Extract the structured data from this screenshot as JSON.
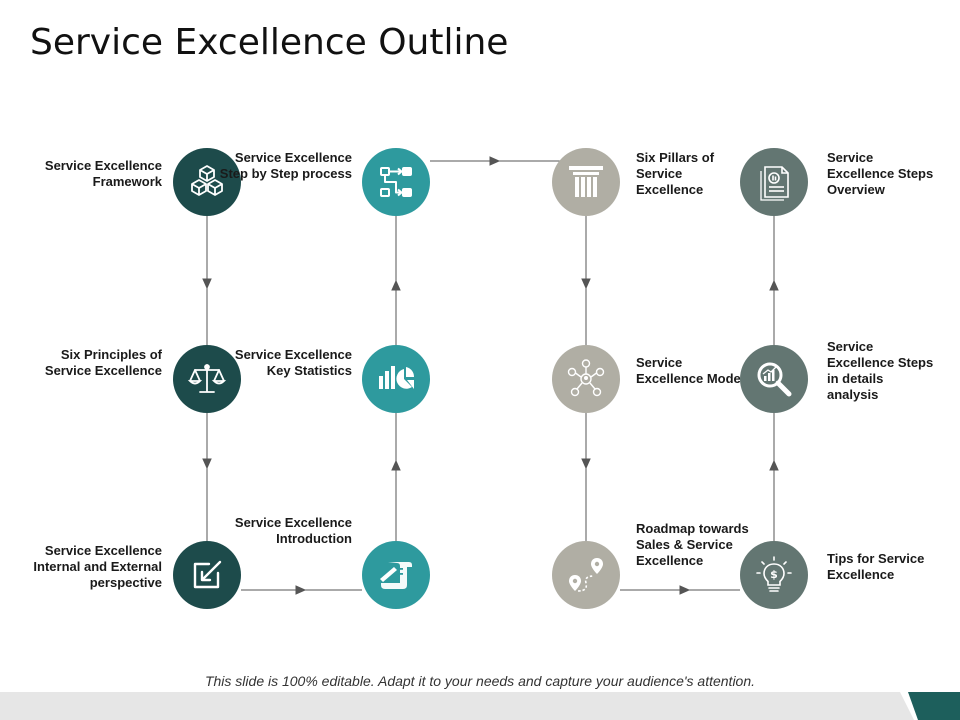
{
  "title": "Service Excellence Outline",
  "footer": "This slide is 100% editable. Adapt it to your needs and capture your audience's attention.",
  "colors": {
    "dark_teal": "#1d4b4b",
    "teal": "#2e9a9e",
    "light_gray": "#b0aea4",
    "slate": "#637672",
    "connector": "#555555"
  },
  "nodes": [
    {
      "id": "n1",
      "label": "Service Excellence Framework",
      "icon": "cubes-icon",
      "color": "dark_teal"
    },
    {
      "id": "n2",
      "label": "Six Principles of Service Excellence",
      "icon": "scales-icon",
      "color": "dark_teal"
    },
    {
      "id": "n3",
      "label": "Service Excellence Internal and External perspective",
      "icon": "edit-arrow-icon",
      "color": "dark_teal"
    },
    {
      "id": "n4",
      "label": "Service Excellence Introduction",
      "icon": "scroll-pen-icon",
      "color": "teal"
    },
    {
      "id": "n5",
      "label": "Service Excellence Key Statistics",
      "icon": "chart-icon",
      "color": "teal"
    },
    {
      "id": "n6",
      "label": "Service Excellence Step by Step process",
      "icon": "process-flow-icon",
      "color": "teal"
    },
    {
      "id": "n7",
      "label": "Six Pillars of Service Excellence",
      "icon": "pillar-icon",
      "color": "light_gray"
    },
    {
      "id": "n8",
      "label": "Service Excellence Model",
      "icon": "network-icon",
      "color": "light_gray"
    },
    {
      "id": "n9",
      "label": "Roadmap towards Sales & Service Excellence",
      "icon": "roadmap-icon",
      "color": "light_gray"
    },
    {
      "id": "n10",
      "label": "Tips for Service Excellence",
      "icon": "idea-bulb-icon",
      "color": "slate"
    },
    {
      "id": "n11",
      "label": "Service Excellence Steps in details analysis",
      "icon": "magnifier-chart-icon",
      "color": "slate"
    },
    {
      "id": "n12",
      "label": "Service Excellence Steps Overview",
      "icon": "document-icon",
      "color": "slate"
    }
  ]
}
